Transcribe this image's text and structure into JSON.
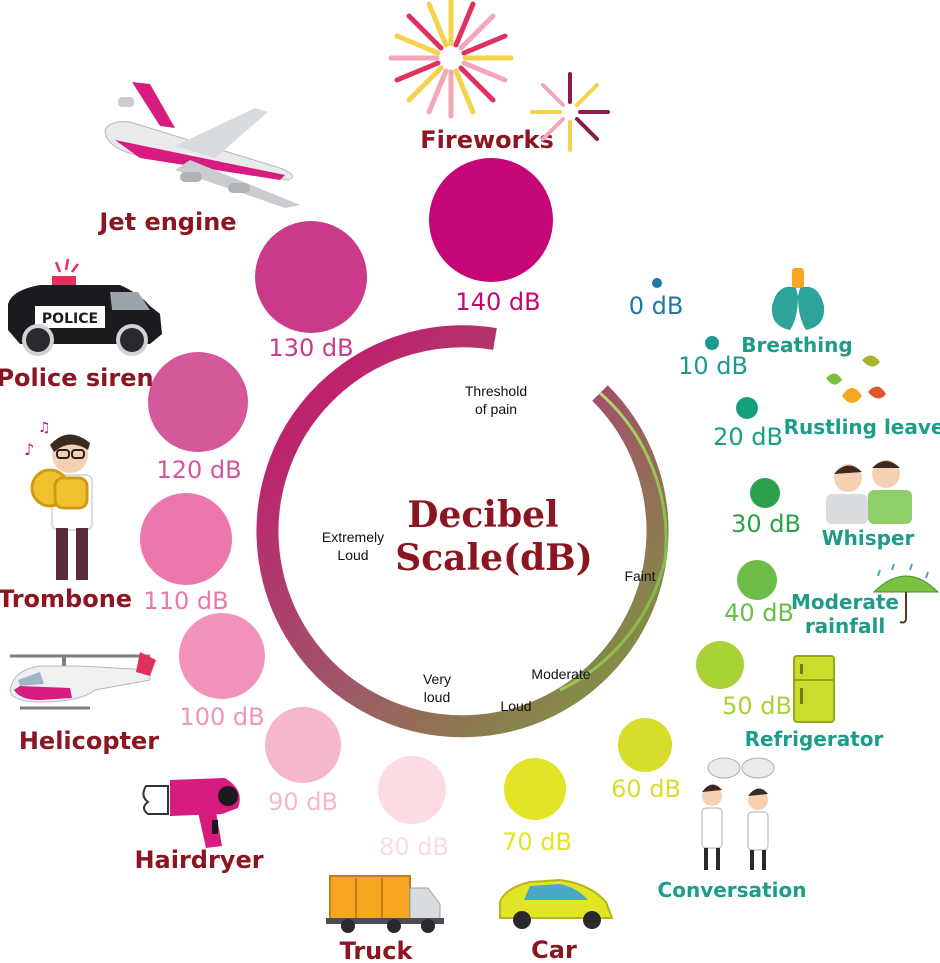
{
  "title": [
    "Decibel",
    "Scale(dB)"
  ],
  "zones": [
    "Threshold",
    "of pain",
    "Faint",
    "Moderate",
    "Loud",
    "Very",
    "loud",
    "Extremely",
    "Loud"
  ],
  "colors": {
    "title": "#8b1520",
    "loud_label": "#7a1018",
    "quiet_label": "#1c9d8a",
    "faint_label": "#1f77a6"
  },
  "levels": [
    {
      "db": 0,
      "label": "0 dB",
      "source": "",
      "color": "#1f77a6"
    },
    {
      "db": 10,
      "label": "10 dB",
      "source": "Breathing",
      "color": "#1b9a8d"
    },
    {
      "db": 20,
      "label": "20 dB",
      "source": "Rustling leaves",
      "color": "#15a07d"
    },
    {
      "db": 30,
      "label": "30 dB",
      "source": "Whisper",
      "color": "#2aa14a"
    },
    {
      "db": 40,
      "label": "40 dB",
      "source": "Moderate\nrainfall",
      "color": "#6bbd45"
    },
    {
      "db": 50,
      "label": "50 dB",
      "source": "Refrigerator",
      "color": "#a8d235"
    },
    {
      "db": 60,
      "label": "60 dB",
      "source": "Conversation",
      "color": "#d7dd2a"
    },
    {
      "db": 70,
      "label": "70 dB",
      "source": "Car",
      "color": "#e2e426"
    },
    {
      "db": 80,
      "label": "80 dB",
      "source": "Truck",
      "color": "#fcdbe2"
    },
    {
      "db": 90,
      "label": "90 dB",
      "source": "Hairdryer",
      "color": "#f4b7ce"
    },
    {
      "db": 100,
      "label": "100 dB",
      "source": "Helicopter",
      "color": "#f193ba"
    },
    {
      "db": 110,
      "label": "110 dB",
      "source": "Trombone",
      "color": "#ec77ac"
    },
    {
      "db": 120,
      "label": "120 dB",
      "source": "Police siren",
      "color": "#d5589a"
    },
    {
      "db": 130,
      "label": "130 dB",
      "source": "Jet engine",
      "color": "#cb3a8a"
    },
    {
      "db": 140,
      "label": "140 dB",
      "source": "Fireworks",
      "color": "#c40677"
    }
  ],
  "icons": [
    "fireworks-icon",
    "jet-plane-icon",
    "police-car-icon",
    "trombone-player-icon",
    "helicopter-icon",
    "hairdryer-icon",
    "truck-icon",
    "car-icon",
    "conversation-icon",
    "refrigerator-icon",
    "rain-umbrella-icon",
    "whisper-icon",
    "leaves-icon",
    "lungs-icon"
  ],
  "police_sign": "POLICE"
}
